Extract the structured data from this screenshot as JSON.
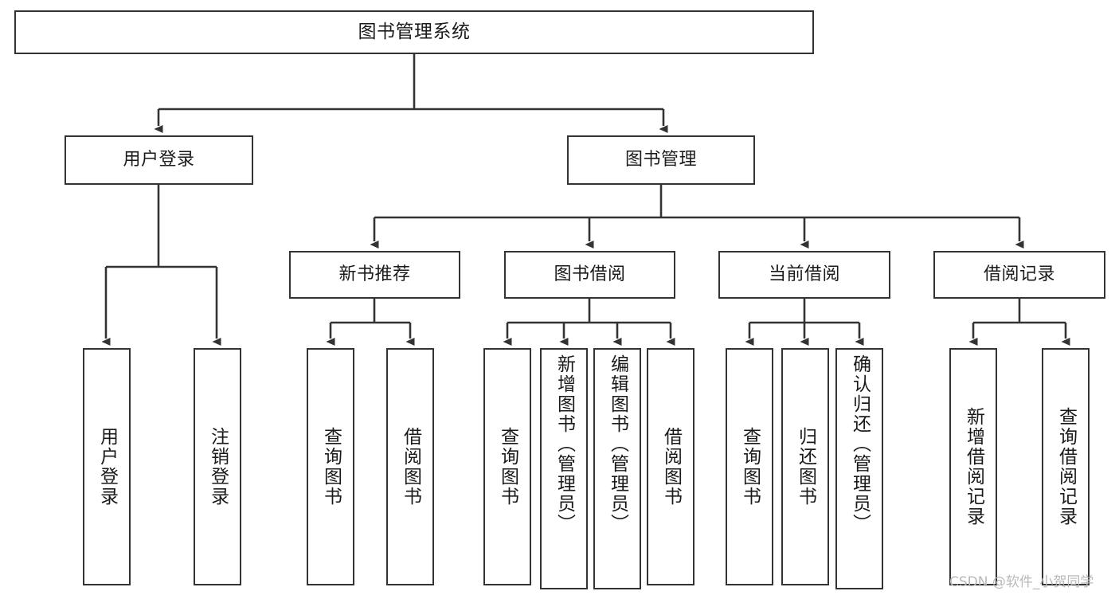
{
  "diagram": {
    "type": "tree",
    "title": "图书管理系统",
    "orientation": "top-down",
    "colors": {
      "box_border": "#333333",
      "box_fill": "#ffffff",
      "edge": "#333333",
      "text": "#1a1a1a",
      "watermark": "#b9b9b9"
    },
    "root": {
      "label": "图书管理系统"
    },
    "level2": [
      {
        "label": "用户登录"
      },
      {
        "label": "图书管理"
      }
    ],
    "level3": [
      {
        "label": "新书推荐"
      },
      {
        "label": "图书借阅"
      },
      {
        "label": "当前借阅"
      },
      {
        "label": "借阅记录"
      }
    ],
    "leaves": {
      "user_login": [
        {
          "label": "用户登录"
        },
        {
          "label": "注销登录"
        }
      ],
      "new_book_recommend": [
        {
          "label": "查询图书"
        },
        {
          "label": "借阅图书"
        }
      ],
      "book_borrow": [
        {
          "label": "查询图书"
        },
        {
          "label": "新增图书（管理员）"
        },
        {
          "label": "编辑图书（管理员）"
        },
        {
          "label": "借阅图书"
        }
      ],
      "current_borrow": [
        {
          "label": "查询图书"
        },
        {
          "label": "归还图书"
        },
        {
          "label": "确认归还（管理员）"
        }
      ],
      "borrow_record": [
        {
          "label": "新增借阅记录"
        },
        {
          "label": "查询借阅记录"
        }
      ]
    }
  },
  "watermark": {
    "text": "CSDN @软件_小贺同学"
  }
}
